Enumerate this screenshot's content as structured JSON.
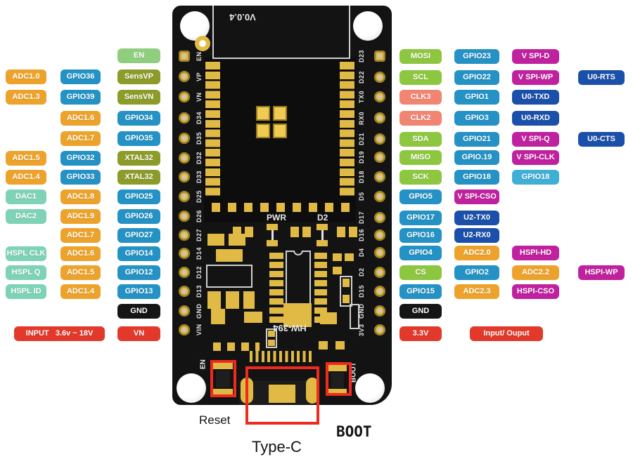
{
  "colors": {
    "orange": "#eda32b",
    "blue": "#2492c4",
    "lightblue": "#3fafd6",
    "olive": "#8c9b29",
    "lightgreen": "#8fce7f",
    "teal": "#7ed3b6",
    "green": "#8dc63f",
    "salmon": "#f28472",
    "magenta": "#c0219e",
    "darkblue": "#1b50aa",
    "red": "#e2392a",
    "black": "#151515"
  },
  "left_panel": {
    "rows": [
      {
        "badges": [
          {
            "col": "2",
            "label": "EN",
            "color": "lightgreen"
          }
        ]
      },
      {
        "badges": [
          {
            "col": "0",
            "label": "ADC1.0",
            "color": "orange"
          },
          {
            "col": "1",
            "label": "GPIO36",
            "color": "blue"
          },
          {
            "col": "2",
            "label": "SensVP",
            "color": "olive"
          }
        ]
      },
      {
        "badges": [
          {
            "col": "0",
            "label": "ADC1.3",
            "color": "orange"
          },
          {
            "col": "1",
            "label": "GPIO39",
            "color": "blue"
          },
          {
            "col": "2",
            "label": "SensVN",
            "color": "olive"
          }
        ]
      },
      {
        "badges": [
          {
            "col": "1",
            "label": "ADC1.6",
            "color": "orange"
          },
          {
            "col": "2",
            "label": "GPIO34",
            "color": "blue"
          }
        ]
      },
      {
        "badges": [
          {
            "col": "1",
            "label": "ADC1.7",
            "color": "orange"
          },
          {
            "col": "2",
            "label": "GPIO35",
            "color": "blue"
          }
        ]
      },
      {
        "badges": [
          {
            "col": "0",
            "label": "ADC1.5",
            "color": "orange"
          },
          {
            "col": "1",
            "label": "GPIO32",
            "color": "blue"
          },
          {
            "col": "2",
            "label": "XTAL32",
            "color": "olive"
          }
        ]
      },
      {
        "badges": [
          {
            "col": "0",
            "label": "ADC1.4",
            "color": "orange"
          },
          {
            "col": "1",
            "label": "GPIO33",
            "color": "blue"
          },
          {
            "col": "2",
            "label": "XTAL32",
            "color": "olive"
          }
        ]
      },
      {
        "badges": [
          {
            "col": "0",
            "label": "DAC1",
            "color": "teal"
          },
          {
            "col": "1",
            "label": "ADC1.8",
            "color": "orange"
          },
          {
            "col": "2",
            "label": "GPIO25",
            "color": "blue"
          }
        ]
      },
      {
        "badges": [
          {
            "col": "0",
            "label": "DAC2",
            "color": "teal"
          },
          {
            "col": "1",
            "label": "ADC1.9",
            "color": "orange"
          },
          {
            "col": "2",
            "label": "GPIO26",
            "color": "blue"
          }
        ]
      },
      {
        "badges": [
          {
            "col": "1",
            "label": "ADC1.7",
            "color": "orange"
          },
          {
            "col": "2",
            "label": "GPIO27",
            "color": "blue"
          }
        ]
      },
      {
        "badges": [
          {
            "col": "0",
            "label": "HSPL CLK",
            "color": "teal"
          },
          {
            "col": "1",
            "label": "ADC1.6",
            "color": "orange"
          },
          {
            "col": "2",
            "label": "GPIO14",
            "color": "blue"
          }
        ]
      },
      {
        "badges": [
          {
            "col": "0",
            "label": "HSPL Q",
            "color": "teal"
          },
          {
            "col": "1",
            "label": "ADC1.5",
            "color": "orange"
          },
          {
            "col": "2",
            "label": "GPIO12",
            "color": "blue"
          }
        ]
      },
      {
        "badges": [
          {
            "col": "0",
            "label": "HSPL ID",
            "color": "teal"
          },
          {
            "col": "1",
            "label": "ADC1.4",
            "color": "orange"
          },
          {
            "col": "2",
            "label": "GPIO13",
            "color": "blue"
          }
        ]
      },
      {
        "badges": [
          {
            "col": "2",
            "label": "GND",
            "color": "black"
          }
        ]
      },
      {
        "badges": [
          {
            "col": "wide",
            "label": "INPUT   3.6v ~ 18V",
            "color": "red"
          },
          {
            "col": "2",
            "label": "VN",
            "color": "red"
          }
        ]
      }
    ]
  },
  "right_panel": {
    "rows": [
      {
        "badges": [
          {
            "col": "0",
            "label": "MOSI",
            "color": "green"
          },
          {
            "col": "1",
            "label": "GPIO23",
            "color": "blue"
          },
          {
            "col": "2",
            "label": "V SPI-D",
            "color": "magenta"
          }
        ]
      },
      {
        "badges": [
          {
            "col": "0",
            "label": "SCL",
            "color": "green"
          },
          {
            "col": "1",
            "label": "GPIO22",
            "color": "blue"
          },
          {
            "col": "2",
            "label": "V SPI-WP",
            "color": "magenta"
          },
          {
            "col": "3",
            "label": "U0-RTS",
            "color": "darkblue"
          }
        ]
      },
      {
        "badges": [
          {
            "col": "0",
            "label": "CLK3",
            "color": "salmon"
          },
          {
            "col": "1",
            "label": "GPIO1",
            "color": "blue"
          },
          {
            "col": "2",
            "label": "U0-TXD",
            "color": "darkblue"
          }
        ]
      },
      {
        "badges": [
          {
            "col": "0",
            "label": "CLK2",
            "color": "salmon"
          },
          {
            "col": "1",
            "label": "GPIO3",
            "color": "blue"
          },
          {
            "col": "2",
            "label": "U0-RXD",
            "color": "darkblue"
          }
        ]
      },
      {
        "badges": [
          {
            "col": "0",
            "label": "SDA",
            "color": "green"
          },
          {
            "col": "1",
            "label": "GPIO21",
            "color": "blue"
          },
          {
            "col": "2",
            "label": "V SPI-Q",
            "color": "magenta"
          },
          {
            "col": "3",
            "label": "U0-CTS",
            "color": "darkblue"
          }
        ]
      },
      {
        "badges": [
          {
            "col": "0",
            "label": "MISO",
            "color": "green"
          },
          {
            "col": "1",
            "label": "GPIO.19",
            "color": "blue"
          },
          {
            "col": "2",
            "label": "V SPI-CLK",
            "color": "magenta"
          }
        ]
      },
      {
        "badges": [
          {
            "col": "0",
            "label": "SCK",
            "color": "green"
          },
          {
            "col": "1",
            "label": "GPIO18",
            "color": "blue"
          },
          {
            "col": "2",
            "label": "GPIO18",
            "color": "lightblue"
          }
        ]
      },
      {
        "badges": [
          {
            "col": "0",
            "label": "GPIO5",
            "color": "blue"
          },
          {
            "col": "1",
            "label": "V SPI-CSO",
            "color": "magenta"
          }
        ]
      },
      {
        "badges": [
          {
            "col": "0",
            "label": "GPIO17",
            "color": "blue"
          },
          {
            "col": "1",
            "label": "U2-TX0",
            "color": "darkblue"
          }
        ]
      },
      {
        "badges": [
          {
            "col": "0",
            "label": "GPIO16",
            "color": "blue"
          },
          {
            "col": "1",
            "label": "U2-RX0",
            "color": "darkblue"
          }
        ]
      },
      {
        "badges": [
          {
            "col": "0",
            "label": "GPIO4",
            "color": "blue"
          },
          {
            "col": "1",
            "label": "ADC2.0",
            "color": "orange"
          },
          {
            "col": "2",
            "label": "HSPI-HD",
            "color": "magenta"
          }
        ]
      },
      {
        "badges": [
          {
            "col": "0",
            "label": "CS",
            "color": "green"
          },
          {
            "col": "1",
            "label": "GPIO2",
            "color": "blue"
          },
          {
            "col": "2",
            "label": "ADC2.2",
            "color": "orange"
          },
          {
            "col": "3",
            "label": "HSPI-WP",
            "color": "magenta"
          }
        ]
      },
      {
        "badges": [
          {
            "col": "0",
            "label": "GPIO15",
            "color": "blue"
          },
          {
            "col": "1",
            "label": "ADC2.3",
            "color": "orange"
          },
          {
            "col": "2",
            "label": "HSPI-CSO",
            "color": "magenta"
          }
        ]
      },
      {
        "badges": [
          {
            "col": "0",
            "label": "GND",
            "color": "black"
          }
        ]
      },
      {
        "badges": [
          {
            "col": "0",
            "label": "3.3V",
            "color": "red"
          },
          {
            "col": "io",
            "label": "Input/ Ouput",
            "color": "red"
          }
        ]
      }
    ]
  },
  "board": {
    "version": "V0.0.4",
    "model": "HW-394",
    "pwr": "PWR",
    "d2": "D2",
    "en": "EN",
    "boot": "BOOT",
    "left_pins": [
      "EN",
      "VP",
      "VN",
      "D34",
      "D35",
      "D32",
      "D33",
      "D25",
      "D26",
      "D27",
      "D14",
      "D12",
      "D13",
      "GND",
      "VIN"
    ],
    "right_pins": [
      "D23",
      "D22",
      "TX0",
      "RX0",
      "D21",
      "D19",
      "D18",
      "D5",
      "D17",
      "D16",
      "D4",
      "D2",
      "D15",
      "GND",
      "3V3"
    ]
  },
  "annotations": {
    "reset": "Reset",
    "type_c": "Type-C",
    "boot": "BOOT"
  }
}
